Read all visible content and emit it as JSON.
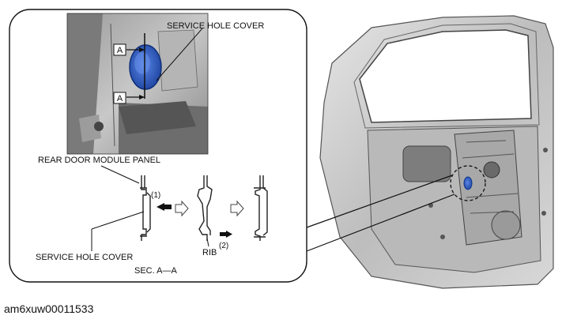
{
  "callout_labels": {
    "service_hole_cover_top": "SERVICE HOLE COVER",
    "section_marker": "A",
    "rear_door_module_panel": "REAR DOOR MODULE PANEL",
    "service_hole_cover_bottom": "SERVICE HOLE COVER",
    "step_1": "(1)",
    "step_2": "(2)",
    "rib": "RIB",
    "section_caption": "SEC. A—A"
  },
  "footer": {
    "image_code": "am6xuw00011533"
  },
  "colors": {
    "cover_blue": "#2f5fc8",
    "door_grey": "#c9c9c9",
    "line": "#222222"
  }
}
